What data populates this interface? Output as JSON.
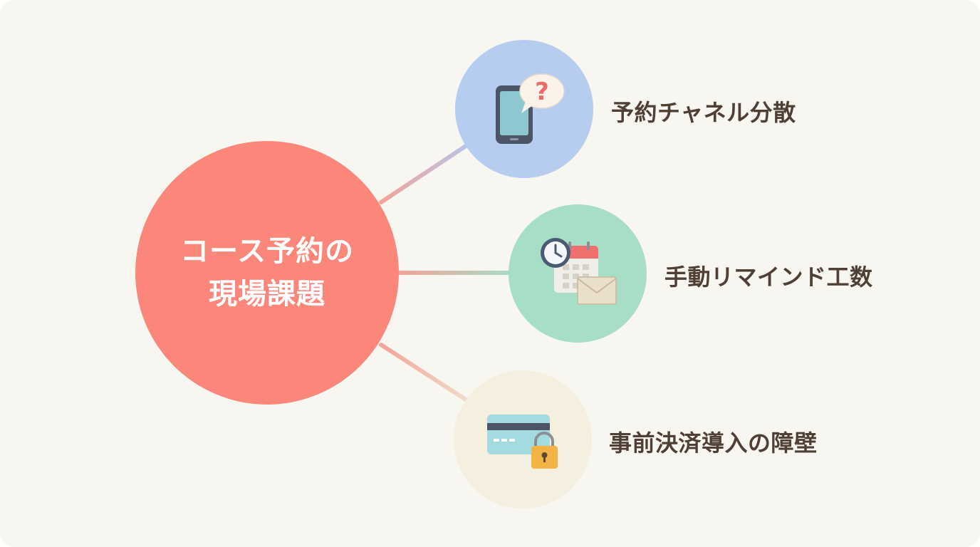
{
  "center": {
    "line1": "コース予約の",
    "line2": "現場課題"
  },
  "nodes": [
    {
      "label": "予約チャネル分散",
      "icon": "phone-question-icon",
      "color": "#b7cdf0"
    },
    {
      "label": "手動リマインド工数",
      "icon": "calendar-clock-mail-icon",
      "color": "#a6dfc5"
    },
    {
      "label": "事前決済導入の障壁",
      "icon": "credit-card-lock-icon",
      "color": "#f4efdf"
    }
  ],
  "colors": {
    "background": "#f8f6f0",
    "center": "#fb877b",
    "text": "#4f3f34"
  }
}
